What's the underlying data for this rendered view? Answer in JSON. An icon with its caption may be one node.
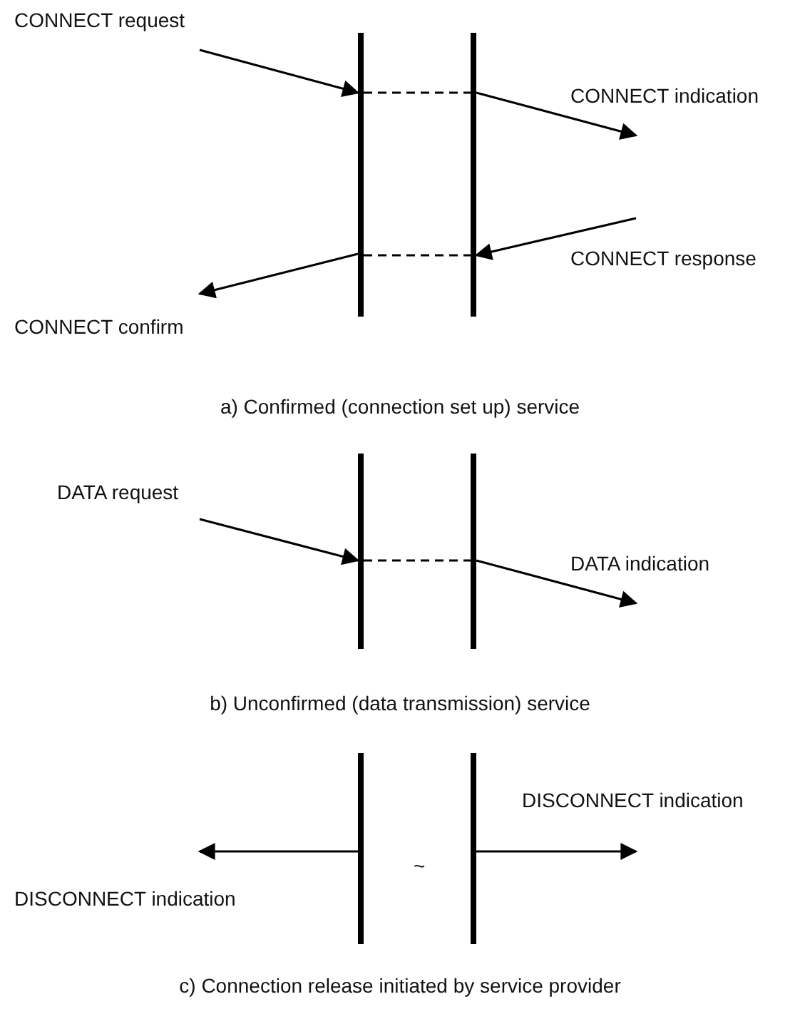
{
  "diagram": {
    "nodes": [
      {
        "text": [],
        "shape": "bar"
      },
      {
        "text": [],
        "shape": "bar"
      },
      {
        "text": [],
        "shape": "bar"
      },
      {
        "text": [],
        "shape": "bar"
      },
      {
        "text": [],
        "shape": "bar"
      },
      {
        "text": [],
        "shape": "bar"
      }
    ],
    "edges": [
      {
        "from": null,
        "to": 0,
        "arrow": "to",
        "label": "CONNECT request"
      },
      {
        "from": 0,
        "to": 1,
        "arrow": "none",
        "style": "dashed"
      },
      {
        "from": 1,
        "to": null,
        "arrow": "to",
        "label": "CONNECT indication"
      },
      {
        "from": null,
        "to": 1,
        "arrow": "to",
        "label": "CONNECT response"
      },
      {
        "from": 0,
        "to": 1,
        "arrow": "none",
        "style": "dashed"
      },
      {
        "from": 0,
        "to": null,
        "arrow": "to",
        "label": "CONNECT confirm"
      },
      {
        "from": null,
        "to": 2,
        "arrow": "to",
        "label": "DATA request"
      },
      {
        "from": 2,
        "to": 3,
        "arrow": "none",
        "style": "dashed"
      },
      {
        "from": 3,
        "to": null,
        "arrow": "to",
        "label": "DATA indication"
      },
      {
        "from": 5,
        "to": null,
        "arrow": "to",
        "label": "DISCONNECT indication"
      },
      {
        "from": 4,
        "to": null,
        "arrow": "to",
        "label": "DISCONNECT indication"
      }
    ],
    "labels": [
      "a) Confirmed (connection set up) service",
      "b) Unconfirmed (data transmission) service",
      "~",
      "c) Connection release initiated by service provider"
    ]
  }
}
